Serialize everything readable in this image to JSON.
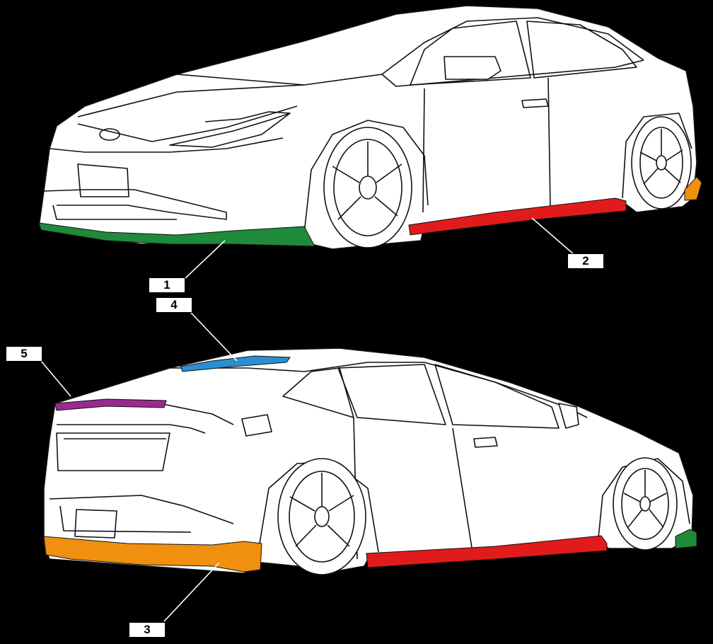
{
  "callouts": [
    {
      "id": "1",
      "text": "1"
    },
    {
      "id": "2",
      "text": "2"
    },
    {
      "id": "3",
      "text": "3"
    },
    {
      "id": "4",
      "text": "4"
    },
    {
      "id": "5",
      "text": "5"
    }
  ],
  "colors": {
    "background": "#000000",
    "car_body": "#ffffff",
    "line": "#111111",
    "front_lip": "#1f8a3a",
    "side_skirt": "#e11b1b",
    "rear_diffuser": "#f0900e",
    "roof_spoiler": "#2a8fd0",
    "trunk_spoiler": "#9b2a8f"
  }
}
